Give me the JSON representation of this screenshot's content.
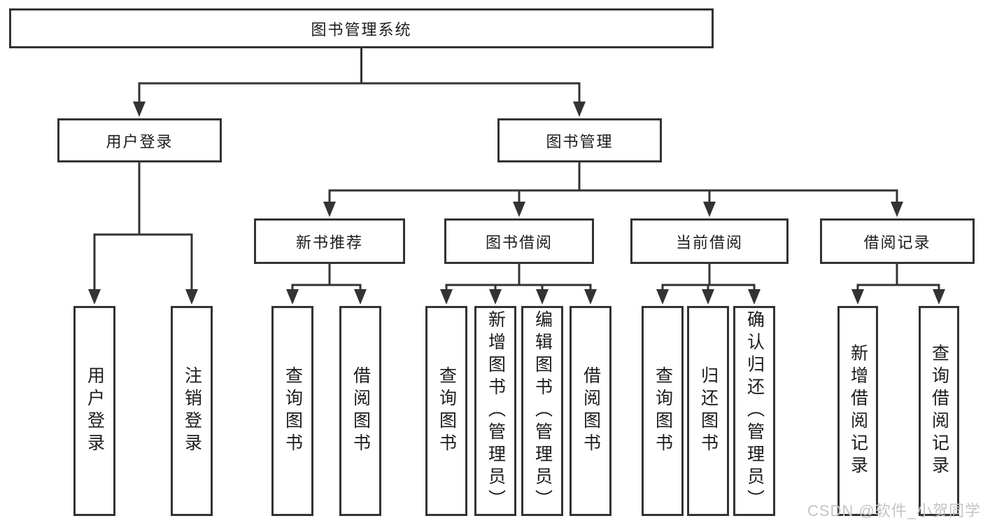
{
  "root": {
    "label": "图书管理系统",
    "children": [
      {
        "label": "用户登录",
        "children": [
          {
            "label": "用户登录"
          },
          {
            "label": "注销登录"
          }
        ]
      },
      {
        "label": "图书管理",
        "children": [
          {
            "label": "新书推荐",
            "children": [
              {
                "label": "查询图书"
              },
              {
                "label": "借阅图书"
              }
            ]
          },
          {
            "label": "图书借阅",
            "children": [
              {
                "label": "查询图书"
              },
              {
                "label": "新增图书（管理员）"
              },
              {
                "label": "编辑图书（管理员）"
              },
              {
                "label": "借阅图书"
              }
            ]
          },
          {
            "label": "当前借阅",
            "children": [
              {
                "label": "查询图书"
              },
              {
                "label": "归还图书"
              },
              {
                "label": "确认归还（管理员）"
              }
            ]
          },
          {
            "label": "借阅记录",
            "children": [
              {
                "label": "新增借阅记录"
              },
              {
                "label": "查询借阅记录"
              }
            ]
          }
        ]
      }
    ]
  },
  "watermark": {
    "text": "CSDN @软件_小贺同学"
  },
  "colors": {
    "line": "#333333",
    "box_border": "#333333",
    "box_fill": "#ffffff",
    "text": "#1c1c1c",
    "watermark": "#c6c3c3",
    "background": "#ffffff"
  }
}
